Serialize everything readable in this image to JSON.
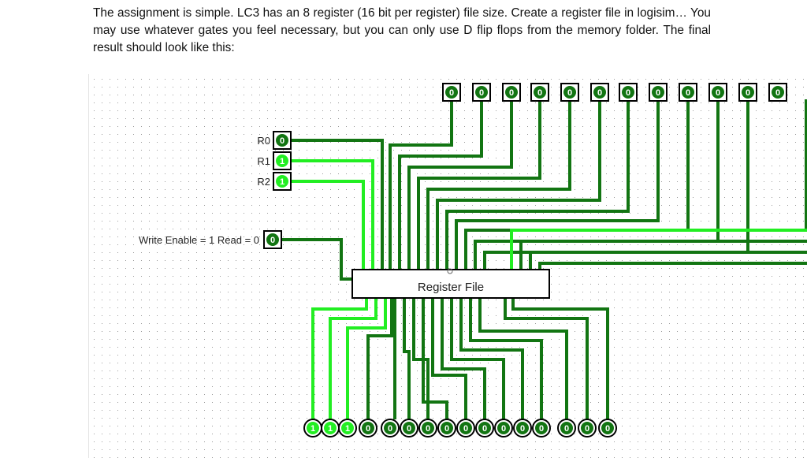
{
  "document": {
    "paragraph": "The assignment is simple.  LC3 has an 8 register (16 bit per register) file size.  Create a register file in logisim… You may use whatever gates you feel necessary, but you can only use D flip flops from the memory folder.  The final result should look like this:"
  },
  "circuit": {
    "colors": {
      "wire_on": "#22ee22",
      "wire_off": "#127512",
      "pin_on": "#22ee22",
      "pin_off": "#127512",
      "grid_dot": "#9a9a9a"
    },
    "select_pins": [
      {
        "label": "R0",
        "value": "0"
      },
      {
        "label": "R1",
        "value": "1"
      },
      {
        "label": "R2",
        "value": "1"
      }
    ],
    "write_enable": {
      "label": "Write Enable = 1 Read = 0",
      "value": "0"
    },
    "register_file_label": "Register File",
    "data_inputs": [
      "0",
      "0",
      "0",
      "0",
      "0",
      "0",
      "0",
      "0",
      "0",
      "0",
      "0",
      "0"
    ],
    "data_outputs": [
      "1",
      "1",
      "1",
      "0",
      "0",
      "0",
      "0",
      "0",
      "0",
      "0",
      "0",
      "0",
      "0",
      "0",
      "0",
      "0"
    ],
    "cursor_icon": "pointer-cursor-icon"
  }
}
